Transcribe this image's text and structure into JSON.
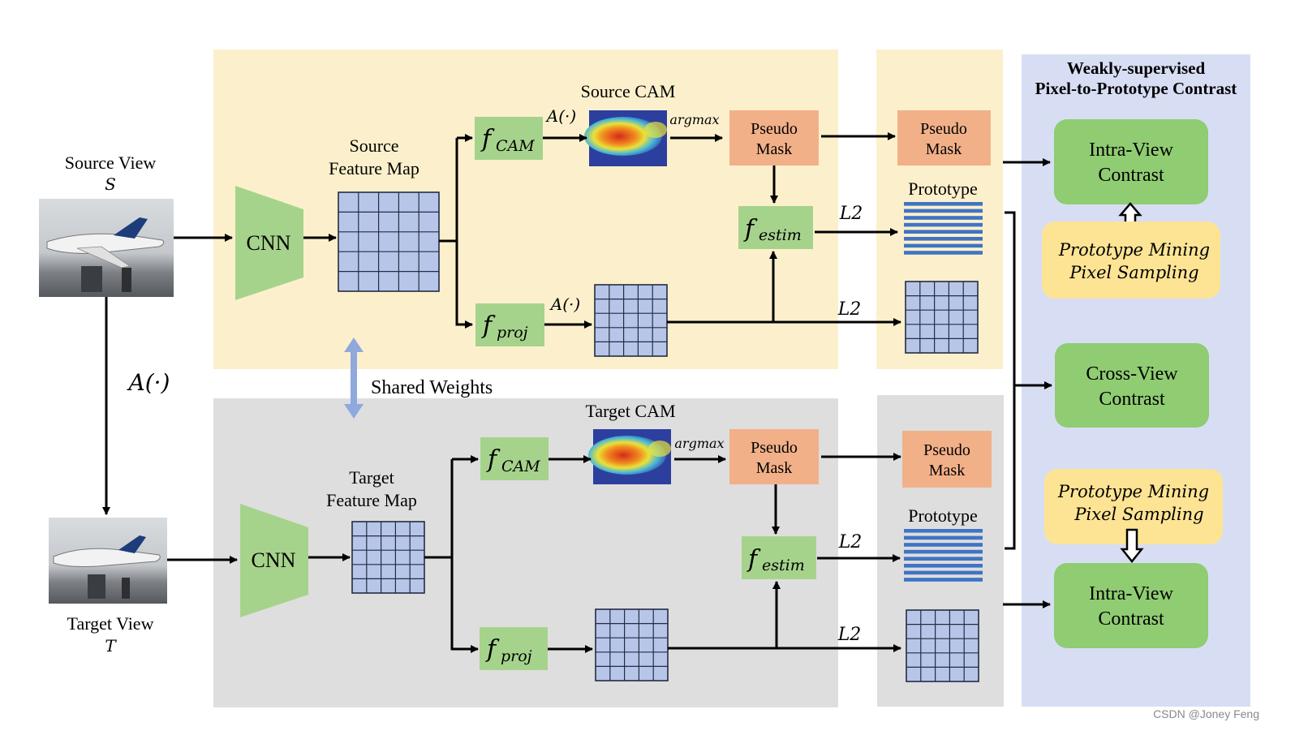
{
  "colors": {
    "source_bg": "#fcf0cc",
    "target_bg": "#dedede",
    "contrast_bg": "#d7def4",
    "green_box": "#a6d38c",
    "green_pill": "#8fcc72",
    "pseudo_box": "#f2b088",
    "yellow_pill": "#fde494",
    "grid_fill": "#b7c6e8",
    "grid_line": "#232c44",
    "proto_stripe": "#3f73c4",
    "shared_arrow": "#8fa9dd"
  },
  "labels": {
    "source_view": "Source View",
    "source_view_symbol": "S",
    "target_view": "Target View",
    "target_view_symbol": "T",
    "aug": "A(·)",
    "aug_small": "A(·)",
    "cnn": "CNN",
    "source_feature_map_l1": "Source",
    "source_feature_map_l2": "Feature Map",
    "target_feature_map_l1": "Target",
    "target_feature_map_l2": "Feature Map",
    "shared_weights": "Shared Weights",
    "source_cam": "Source CAM",
    "target_cam": "Target CAM",
    "argmax": "argmax",
    "pseudo_l1": "Pseudo",
    "pseudo_l2": "Mask",
    "f": "f",
    "cam_sub": "CAM",
    "proj_sub": "proj",
    "estim_sub": "estim",
    "l2": "L2",
    "prototype": "Prototype",
    "panel_title_l1": "Weakly-supervised",
    "panel_title_l2": "Pixel-to-Prototype Contrast",
    "intra_l1": "Intra-View",
    "intra_l2": "Contrast",
    "cross_l1": "Cross-View",
    "cross_l2": "Contrast",
    "mining_l1": "Prototype Mining",
    "mining_l2": "Pixel Sampling",
    "watermark": "CSDN @Joney Feng"
  }
}
